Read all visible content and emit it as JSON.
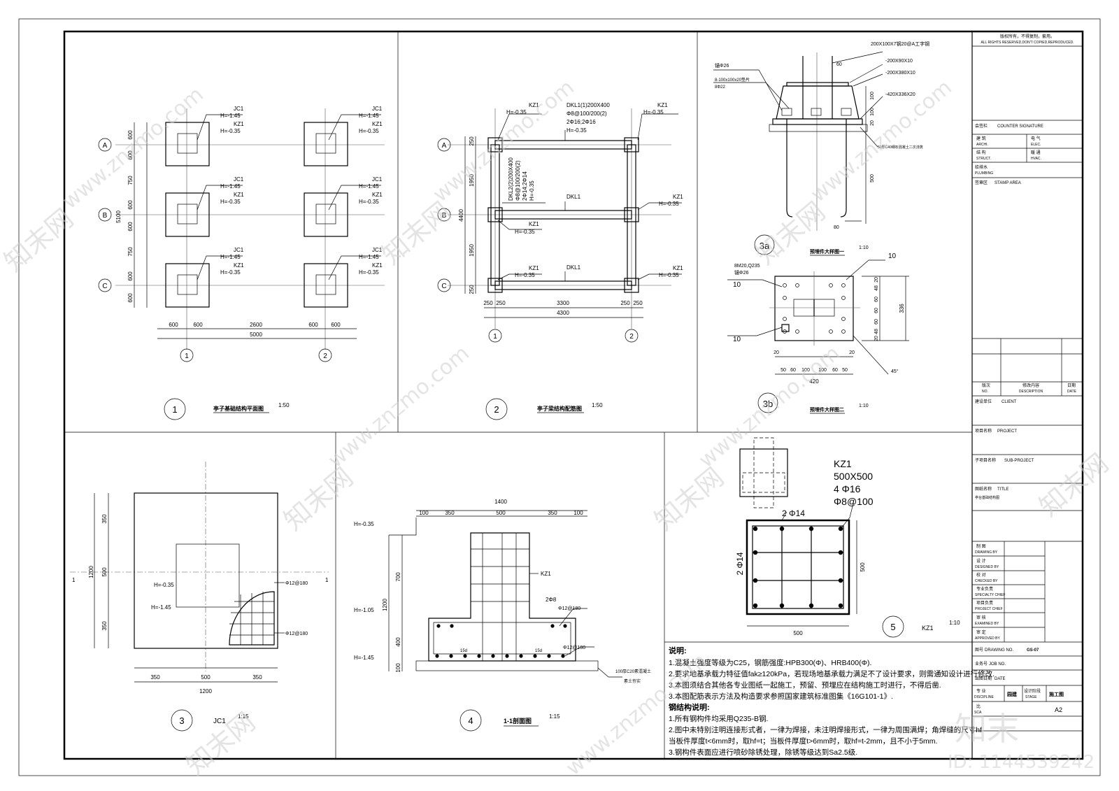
{
  "sheet": {
    "copyright_cn": "版权所有，不得复制，套用。",
    "copyright_en": "ALL RIGHTS RESERVED,DON'T COPIED,REPRODUCED.",
    "counter_signature_cn": "会签栏",
    "counter_signature_en": "COUNTER SIGNATURE",
    "archi_cn": "建 筑",
    "archi_en": "ARCHI.",
    "elec_cn": "电 气",
    "elec_en": "ELEC.",
    "struct_cn": "结 构",
    "struct_en": "STRUCT.",
    "hvac_cn": "暖 通",
    "hvac_en": "HVAC.",
    "plumbing_cn": "给排水",
    "plumbing_en": "PLUMBING",
    "stamp_cn": "签章区",
    "stamp_en": "STAMP AREA",
    "rev_no_cn": "版次",
    "rev_no_en": "NO.",
    "rev_desc_cn": "修改内容",
    "rev_desc_en": "DESCRIPTION",
    "rev_date_cn": "日期",
    "rev_date_en": "DATE",
    "client_cn": "建设单位",
    "client_en": "CLIENT",
    "project_cn": "项目名称",
    "project_en": "PROJECT",
    "subproject_cn": "子项目名称",
    "subproject_en": "SUB-PROJECT",
    "title_cn": "图纸名称",
    "title_en": "TITLE",
    "drawing_title": "亭台基础结构图",
    "drawn_cn": "制 图",
    "drawn_en": "DRAWING BY",
    "designed_cn": "设 计",
    "designed_en": "DESIGNED BY",
    "checked_cn": "校 对",
    "checked_en": "CHECKED BY",
    "specialty_cn": "专业负责",
    "specialty_en": "SPECIALTY CHIEF",
    "project_chief_cn": "项目负责",
    "project_chief_en": "PROJECT CHIEF",
    "examined_cn": "审 核",
    "examined_en": "EXAMINED BY",
    "approved_cn": "审 定",
    "approved_en": "APPROVED BY",
    "drawing_no_cn": "图号",
    "drawing_no_en": "DRAWING NO.",
    "drawing_no": "GS-07",
    "job_no_cn": "业务号",
    "job_no_en": "JOB NO.",
    "date_cn": "出图日期",
    "date_en": "DATE",
    "discipline_cn": "专 业",
    "discipline_en": "DISCIPLINE",
    "discipline": "园建",
    "stage_cn": "设计阶段",
    "stage_en": "STAGE",
    "stage": "施工图",
    "scale_cn": "比",
    "scale_en": "SCA",
    "size": "A2"
  },
  "watermark": {
    "site": "www.znzmo.com",
    "brand": "知末网",
    "logo": "知末",
    "id": "ID: 1144539242"
  },
  "panel1": {
    "num": "1",
    "title": "亭子基础结构平面图",
    "scale": "1:50",
    "axes_rows": [
      "A",
      "B",
      "C"
    ],
    "axes_cols": [
      "1",
      "2"
    ],
    "jc": "JC1",
    "h1": "H=-1.45",
    "kz": "KZ1",
    "h2": "H=-0.35",
    "dims_v": [
      "600",
      "600",
      "750",
      "600",
      "600",
      "750",
      "600",
      "600"
    ],
    "dim_total_v": "5100",
    "dims_h": [
      "600",
      "600",
      "2600",
      "600",
      "600"
    ],
    "dim_total_h": "5000"
  },
  "panel2": {
    "num": "2",
    "title": "亭子梁结构配筋图",
    "scale": "1:50",
    "dkl1": "DKL1(1)200X400",
    "dkl1_s": "Φ8@100/200(2)",
    "dkl1_r": "2Φ16;2Φ16",
    "dkl1_h": "H=-0.35",
    "dkl2": "DKL2(2)200X400",
    "dkl2_s": "Φ8@100/200(2)",
    "dkl2_r": "2Φ14;2Φ14",
    "dkl2_h": "H=-0.35",
    "dkl1_short": "DKL1",
    "kz": "KZ1",
    "h": "H=-0.35",
    "dims_v": [
      "250",
      "1950",
      "1950",
      "250"
    ],
    "dim_total_v": "4400",
    "dims_h": [
      "250",
      "250",
      "3300",
      "250",
      "250"
    ],
    "dim_total_h": "4300"
  },
  "panel3a": {
    "num": "3a",
    "title": "预埋件大样图一",
    "scale": "1:10",
    "l1": "200X100X7钢20@A工字钢",
    "l2": "-200X90X10",
    "l3": "-200X380X10",
    "l4": "-420X336X20",
    "l5": "8-100x100x20垫片",
    "l6": "8Φ22",
    "l7": "锚Φ26",
    "l8": "50厚C40细石混凝土二次浇筑",
    "d60": "60",
    "d100a": "100",
    "d100b": "100",
    "d20": "20",
    "d500": "500",
    "d80": "80"
  },
  "panel3b": {
    "num": "3b",
    "title": "预埋件大样图二",
    "scale": "1:10",
    "l1": "8M20,Q235",
    "l2": "锚Φ26",
    "ten": "10",
    "angle": "45°",
    "dims_v": [
      "20",
      "48",
      "60",
      "60",
      "60",
      "48",
      "20"
    ],
    "dim_total_v": "336",
    "dims_h": [
      "20",
      "50",
      "60",
      "100",
      "100",
      "60",
      "50",
      "20"
    ],
    "dim_total_h": "420"
  },
  "panel3": {
    "num": "3",
    "title": "JC1",
    "scale": "1:15",
    "h1": "H=-0.35",
    "h2": "H=-1.45",
    "rebar": "Φ12@180",
    "dims_v": [
      "350",
      "500",
      "350"
    ],
    "dim_total_v": "1200",
    "dims_h": [
      "350",
      "500",
      "350"
    ],
    "dim_total_h": "1200",
    "sec": "1"
  },
  "panel4": {
    "num": "4",
    "title": "1-1剖面图",
    "scale": "1:15",
    "dims_top": [
      "100",
      "350",
      "500",
      "350",
      "100"
    ],
    "dim_total": "1400",
    "h1": "H=-0.35",
    "h2": "H=-1.05",
    "h3": "H=-1.45",
    "d700": "700",
    "d1200": "1200",
    "d400": "400",
    "d100": "100",
    "kz": "KZ1",
    "r1": "2Φ8",
    "r2": "Φ12@180",
    "r3": "Φ12@180",
    "l15": "15d",
    "pad": "100厚C20素混凝土",
    "soil": "素土夯实"
  },
  "panel5": {
    "num": "5",
    "title": "KZ1",
    "scale": "1:10",
    "kz": "KZ1",
    "size": "500X500",
    "main": "4 Φ16",
    "stir": "Φ8@100",
    "top": "2 Φ14",
    "side": "2 Φ14",
    "d500a": "500",
    "d500b": "500"
  },
  "notes": {
    "head": "说明:",
    "n1": "1.混凝土强度等级为C25，钢筋强度:HPB300(Φ)、HRB400(Φ).",
    "n2": "2.要求地基承载力特征值fak≥120kPa，若现场地基承载力满足不了设计要求，则需通知设计进行修改.",
    "n3": "3.本图须结合其他各专业图纸一起施工，预留、预埋应在结构施工时进行，不得后凿.",
    "n4": "3.本图配筋表示方法及构造要求参照国家建筑标准图集《16G101-1》.",
    "steel_head": "钢结构说明:",
    "s1": "1.所有钢构件均采用Q235-B钢.",
    "s2": "2.图中未特别注明连接形式者，一律为焊接，未注明焊接形式，一律为周围满焊；角焊缝的尺寸hf",
    "s3": "当板件厚度t<6mm时，取hf=t；当板件厚度t>6mm时，取hf=t-2mm，且不小于5mm.",
    "s4": "3.钢构件表面应进行喷砂除锈处理，除锈等级达到Sa2.5级."
  }
}
